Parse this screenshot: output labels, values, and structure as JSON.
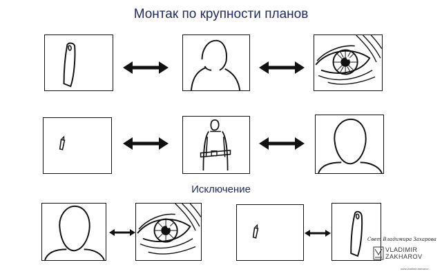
{
  "title": "Монтак по крупности планов",
  "subtitle": "Исключение",
  "watermark": {
    "script": "Свет Владимира Захарова",
    "name_line1": "VLADIMIR",
    "name_line2": "ZAKHAROV",
    "small": "www.vladimir.zakharov"
  }
}
